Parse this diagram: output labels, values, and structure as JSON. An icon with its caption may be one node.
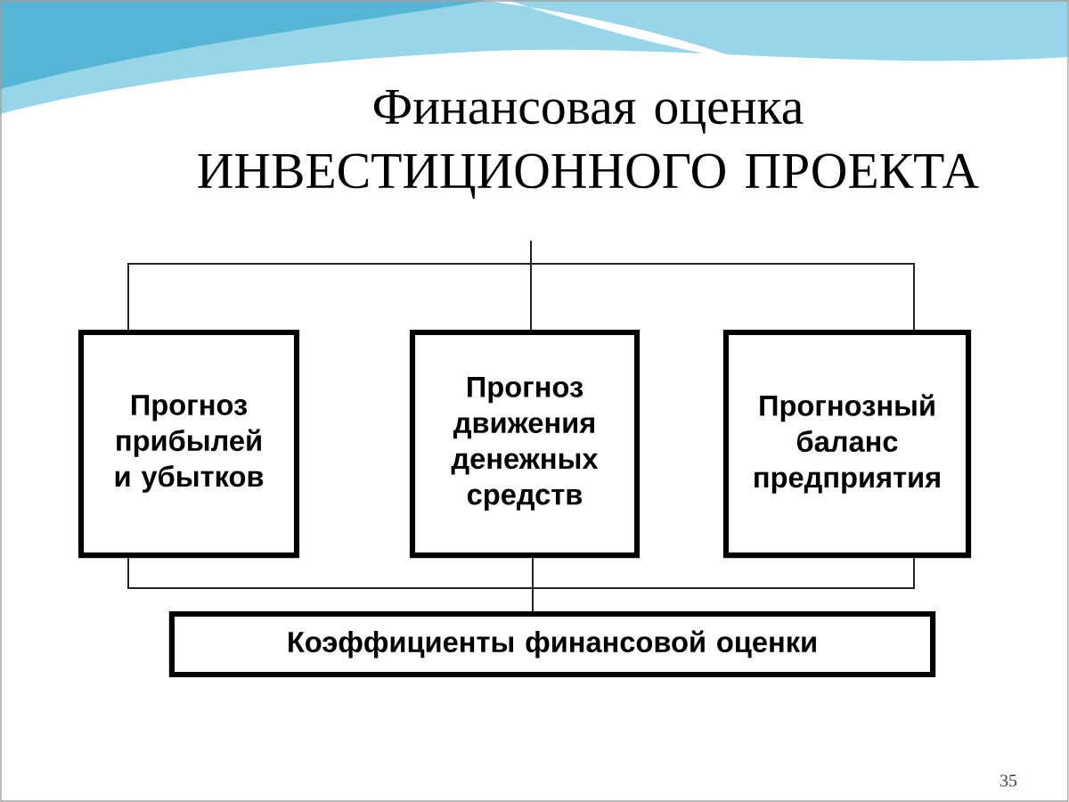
{
  "diagram": {
    "nodes": [
      {
        "text": [
          "Финансовая оценка ИНВЕСТИЦИОННОГО ПРОЕКТА"
        ]
      },
      {
        "text": [
          "Прогноз прибылей и убытков"
        ]
      },
      {
        "text": [
          "Прогноз движения денежных средств"
        ]
      },
      {
        "text": [
          "Прогнозный баланс предприятия"
        ]
      },
      {
        "text": [
          "Коэффициенты финансовой оценки"
        ]
      }
    ],
    "edges": [
      {
        "from": 0,
        "to": 1,
        "arrow": "none"
      },
      {
        "from": 0,
        "to": 2,
        "arrow": "none"
      },
      {
        "from": 0,
        "to": 3,
        "arrow": "none"
      },
      {
        "from": 1,
        "to": 4,
        "arrow": "none"
      },
      {
        "from": 2,
        "to": 4,
        "arrow": "none"
      },
      {
        "from": 3,
        "to": 4,
        "arrow": "none"
      }
    ],
    "labels": [
      "35"
    ]
  }
}
